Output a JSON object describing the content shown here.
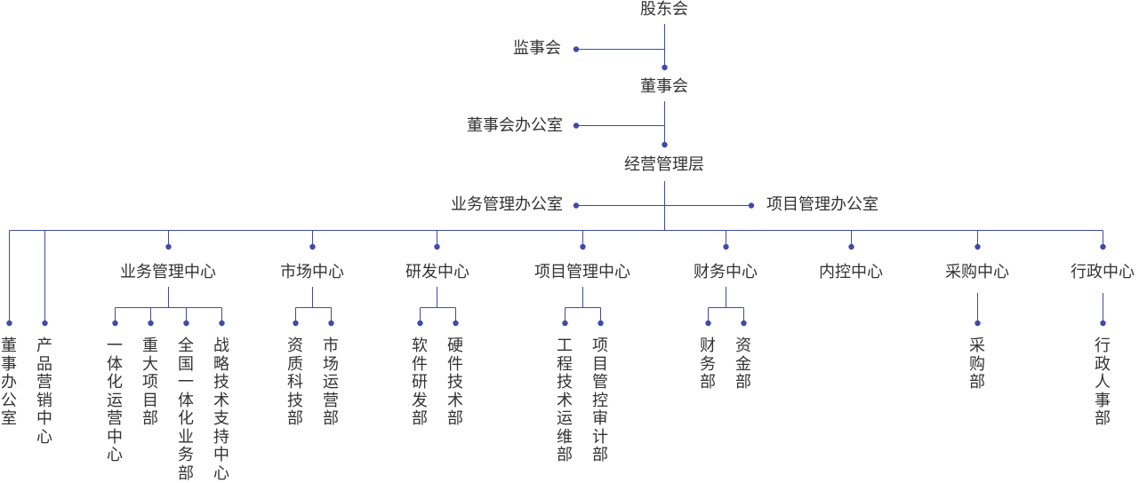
{
  "colors": {
    "line": "#3f4ba6",
    "dot": "#3f4ba6",
    "text": "#333333"
  },
  "org_chart": {
    "shareholders": "股东会",
    "supervisors": "监事会",
    "board": "董事会",
    "board_office": "董事会办公室",
    "management": "经营管理层",
    "business_office": "业务管理办公室",
    "project_office": "项目管理办公室",
    "standalone": [
      {
        "name": "董事办公室"
      },
      {
        "name": "产品营销中心"
      }
    ],
    "centers": [
      {
        "name": "业务管理中心",
        "children": [
          "一体化运营中心",
          "重大项目部",
          "全国一体化业务部",
          "战略技术支持中心"
        ]
      },
      {
        "name": "市场中心",
        "children": [
          "资质科技部",
          "市场运营部"
        ]
      },
      {
        "name": "研发中心",
        "children": [
          "软件研发部",
          "硬件技术部"
        ]
      },
      {
        "name": "项目管理中心",
        "children": [
          "工程技术运维部",
          "项目管控审计部"
        ]
      },
      {
        "name": "财务中心",
        "children": [
          "财务部",
          "资金部"
        ]
      },
      {
        "name": "内控中心",
        "children": []
      },
      {
        "name": "采购中心",
        "children": [
          "采购部"
        ]
      },
      {
        "name": "行政中心",
        "children": [
          "行政人事部"
        ]
      }
    ]
  }
}
